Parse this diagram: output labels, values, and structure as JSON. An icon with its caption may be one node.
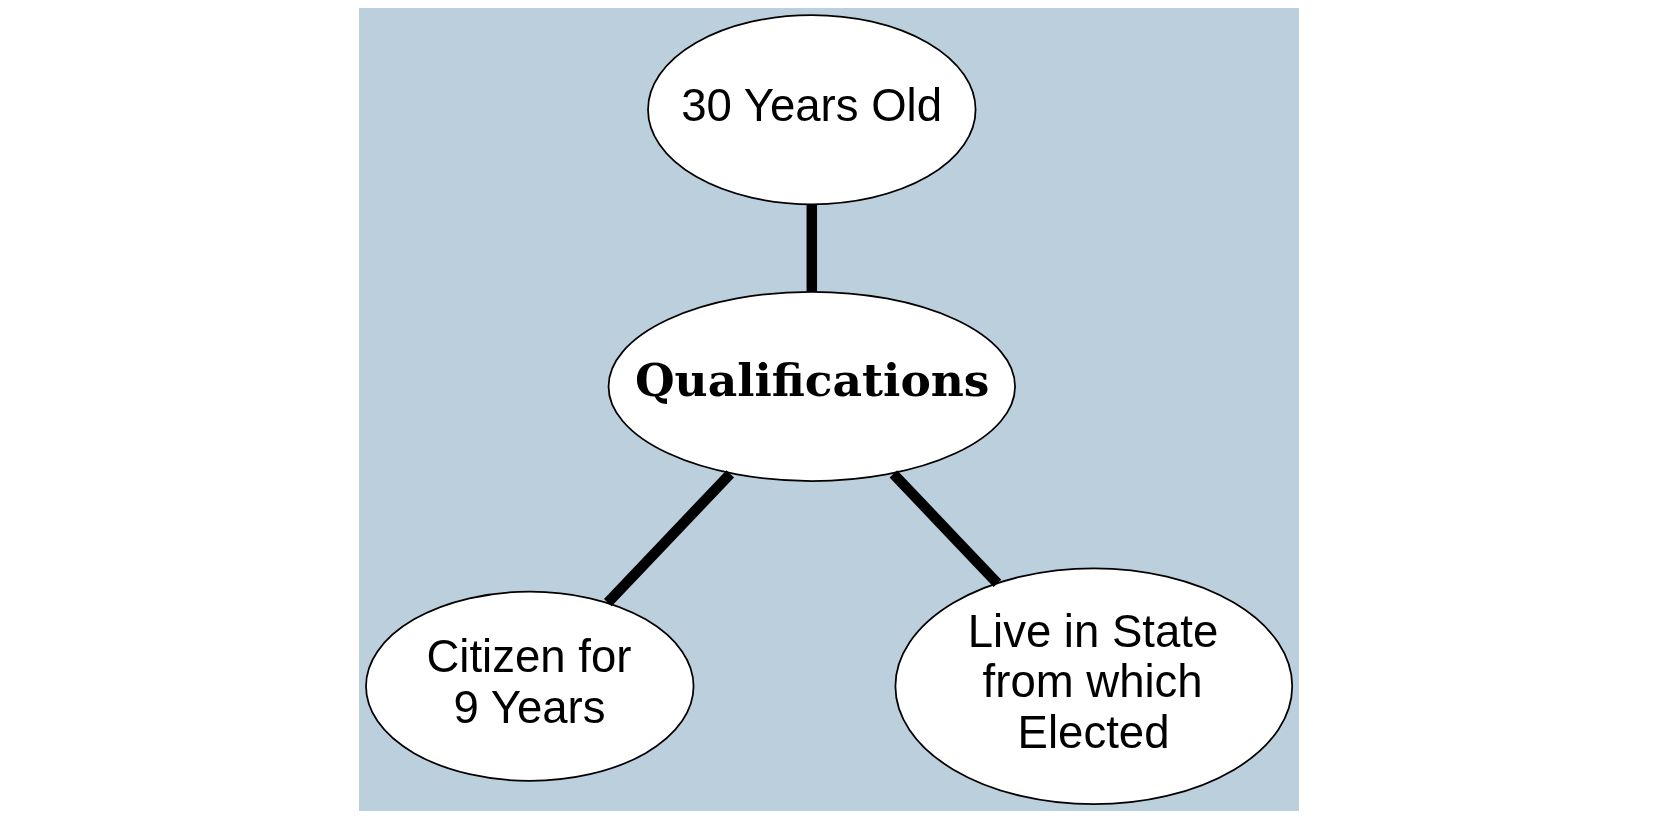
{
  "diagram": {
    "nodes": [
      {
        "text": [
          "30 Years Old"
        ]
      },
      {
        "text": [
          "Qualifications"
        ]
      },
      {
        "text": [
          "Citizen for 9 Years"
        ]
      },
      {
        "text": [
          "Live in State from which Elected"
        ]
      }
    ],
    "edges": [
      {
        "from": 1,
        "to": 0,
        "arrow": "none"
      },
      {
        "from": 1,
        "to": 2,
        "arrow": "none"
      },
      {
        "from": 1,
        "to": 3,
        "arrow": "none"
      }
    ]
  }
}
